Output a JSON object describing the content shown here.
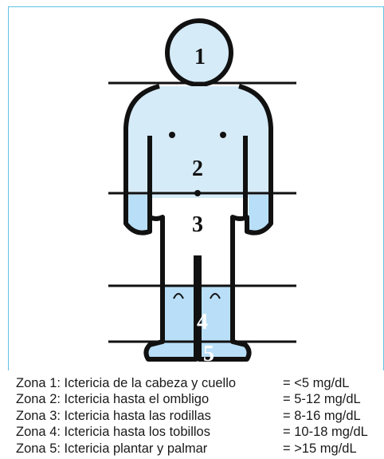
{
  "diagram": {
    "zones": [
      {
        "number": "1",
        "color": "#d6ebf8"
      },
      {
        "number": "2",
        "color": "#d6ebf8"
      },
      {
        "number": "3",
        "color": "#ffffff"
      },
      {
        "number": "4",
        "color": "#b8dff7"
      },
      {
        "number": "5",
        "color": "#b8dff7"
      }
    ],
    "outline_color": "#111111",
    "frame_color": "#5fc2e3"
  },
  "legend": {
    "rows": [
      {
        "label": "Zona 1: Ictericia de la cabeza y cuello",
        "value": "= <5 mg/dL"
      },
      {
        "label": "Zona 2: Ictericia hasta el ombligo",
        "value": "= 5-12 mg/dL"
      },
      {
        "label": "Zona 3: Ictericia hasta las rodillas",
        "value": "= 8-16 mg/dL"
      },
      {
        "label": "Zona 4: Ictericia hasta los tobillos",
        "value": "= 10-18 mg/dL"
      },
      {
        "label": "Zona 5: Ictericia plantar y palmar",
        "value": "= >15 mg/dL"
      }
    ]
  }
}
